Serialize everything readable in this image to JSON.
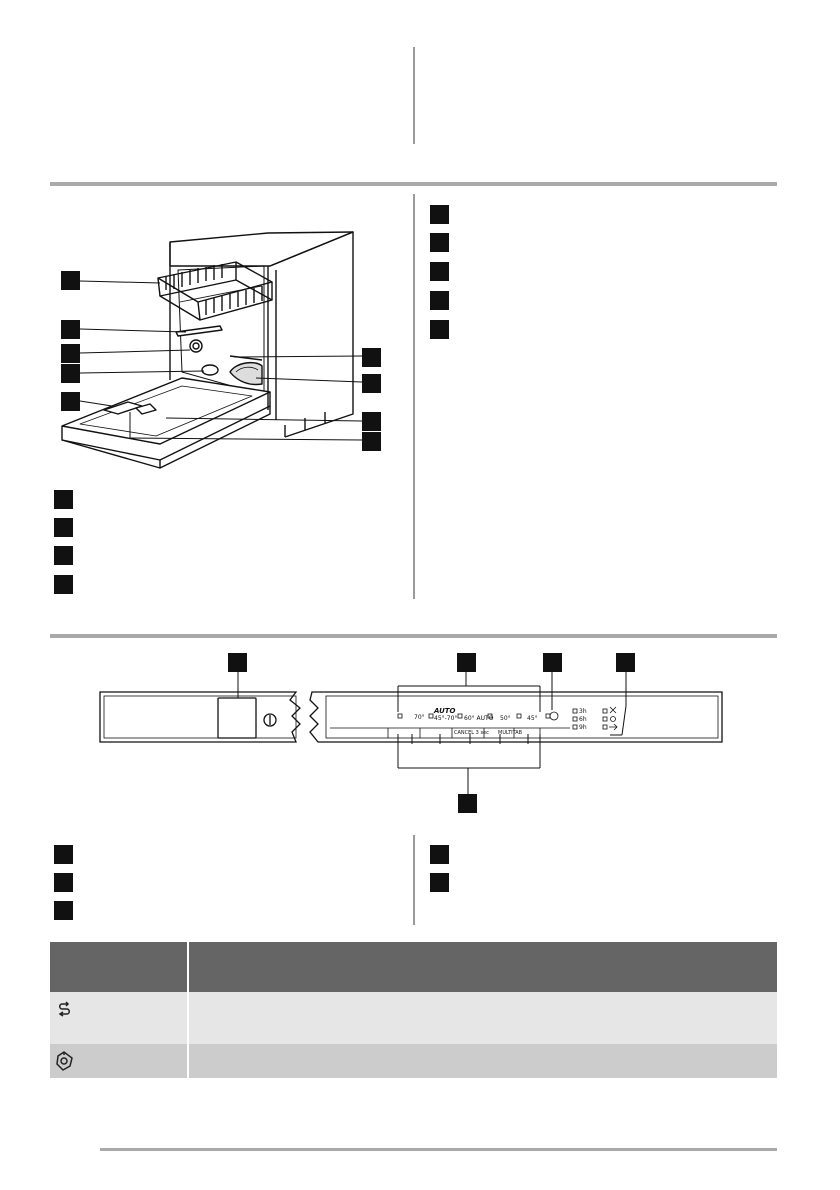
{
  "control_panel": {
    "program_labels": [
      "70°",
      "AUTO",
      "45°-70°",
      "60° AUTO",
      "50°",
      "45°"
    ],
    "button_labels": [
      "CANCEL 3 sec",
      "MULTITAB"
    ],
    "delay_labels": [
      "3h",
      "6h",
      "9h"
    ]
  },
  "table": {
    "header_col1": "",
    "header_col2": "",
    "rows": [
      {
        "icon": "rinse-aid-icon",
        "text": ""
      },
      {
        "icon": "salt-icon",
        "text": ""
      }
    ]
  }
}
